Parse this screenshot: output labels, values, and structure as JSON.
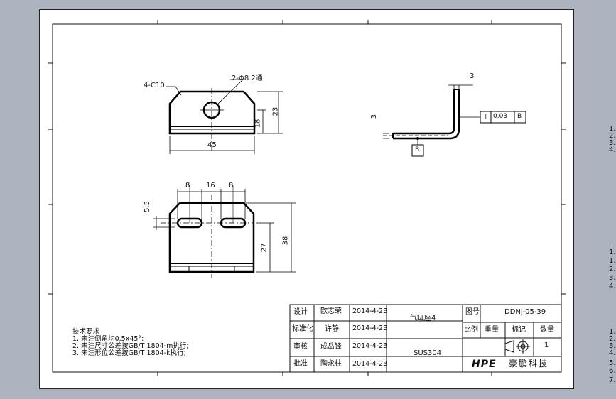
{
  "title_block": {
    "design_label": "设计",
    "designer": "欧志荣",
    "design_date": "2014-4-23",
    "standard_label": "标准化",
    "standard_by": "许静",
    "standard_date": "2014-4-23",
    "review_label": "审核",
    "reviewer": "成岳锋",
    "review_date": "2014-4-23",
    "approve_label": "批准",
    "approver": "陶永柱",
    "approve_date": "2014-4-23",
    "part_name": "气缸座4",
    "material": "SUS304",
    "drawing_no_label": "图号",
    "drawing_no": "DDNJ-05-39",
    "scale_label": "比例",
    "weight_label": "重量",
    "mark_label": "标记",
    "qty_label": "数量",
    "qty": "1",
    "logo": "HPE",
    "company": "豪鹏科技"
  },
  "notes": {
    "title": "技术要求",
    "lines": [
      "1. 未注倒角均0.5x45°;",
      "2. 未注尺寸公差按GB/T 1804-m执行;",
      "3. 未注形位公差按GB/T 1804-k执行;"
    ]
  },
  "dims": {
    "chamfer": "4-C10",
    "hole": "2-Φ8.2通",
    "height_total": "23",
    "height_inner": "18",
    "width": "45",
    "thickness_top": "3",
    "thickness_left": "3",
    "tol_symbol": "⊥",
    "tol_value": "0.03",
    "tol_datum": "B",
    "datum": "B",
    "slot_a": "8",
    "slot_mid": "16",
    "slot_b": "8",
    "slot_offset": "5.5",
    "slot_height": "27",
    "total_height": "38"
  },
  "side_list": [
    "1.",
    "2.",
    "3.",
    "4.",
    "1.",
    "1.",
    "2.",
    "3.",
    "4.",
    "1.",
    "2.",
    "3.",
    "4.",
    "5.",
    "6.",
    "7."
  ]
}
